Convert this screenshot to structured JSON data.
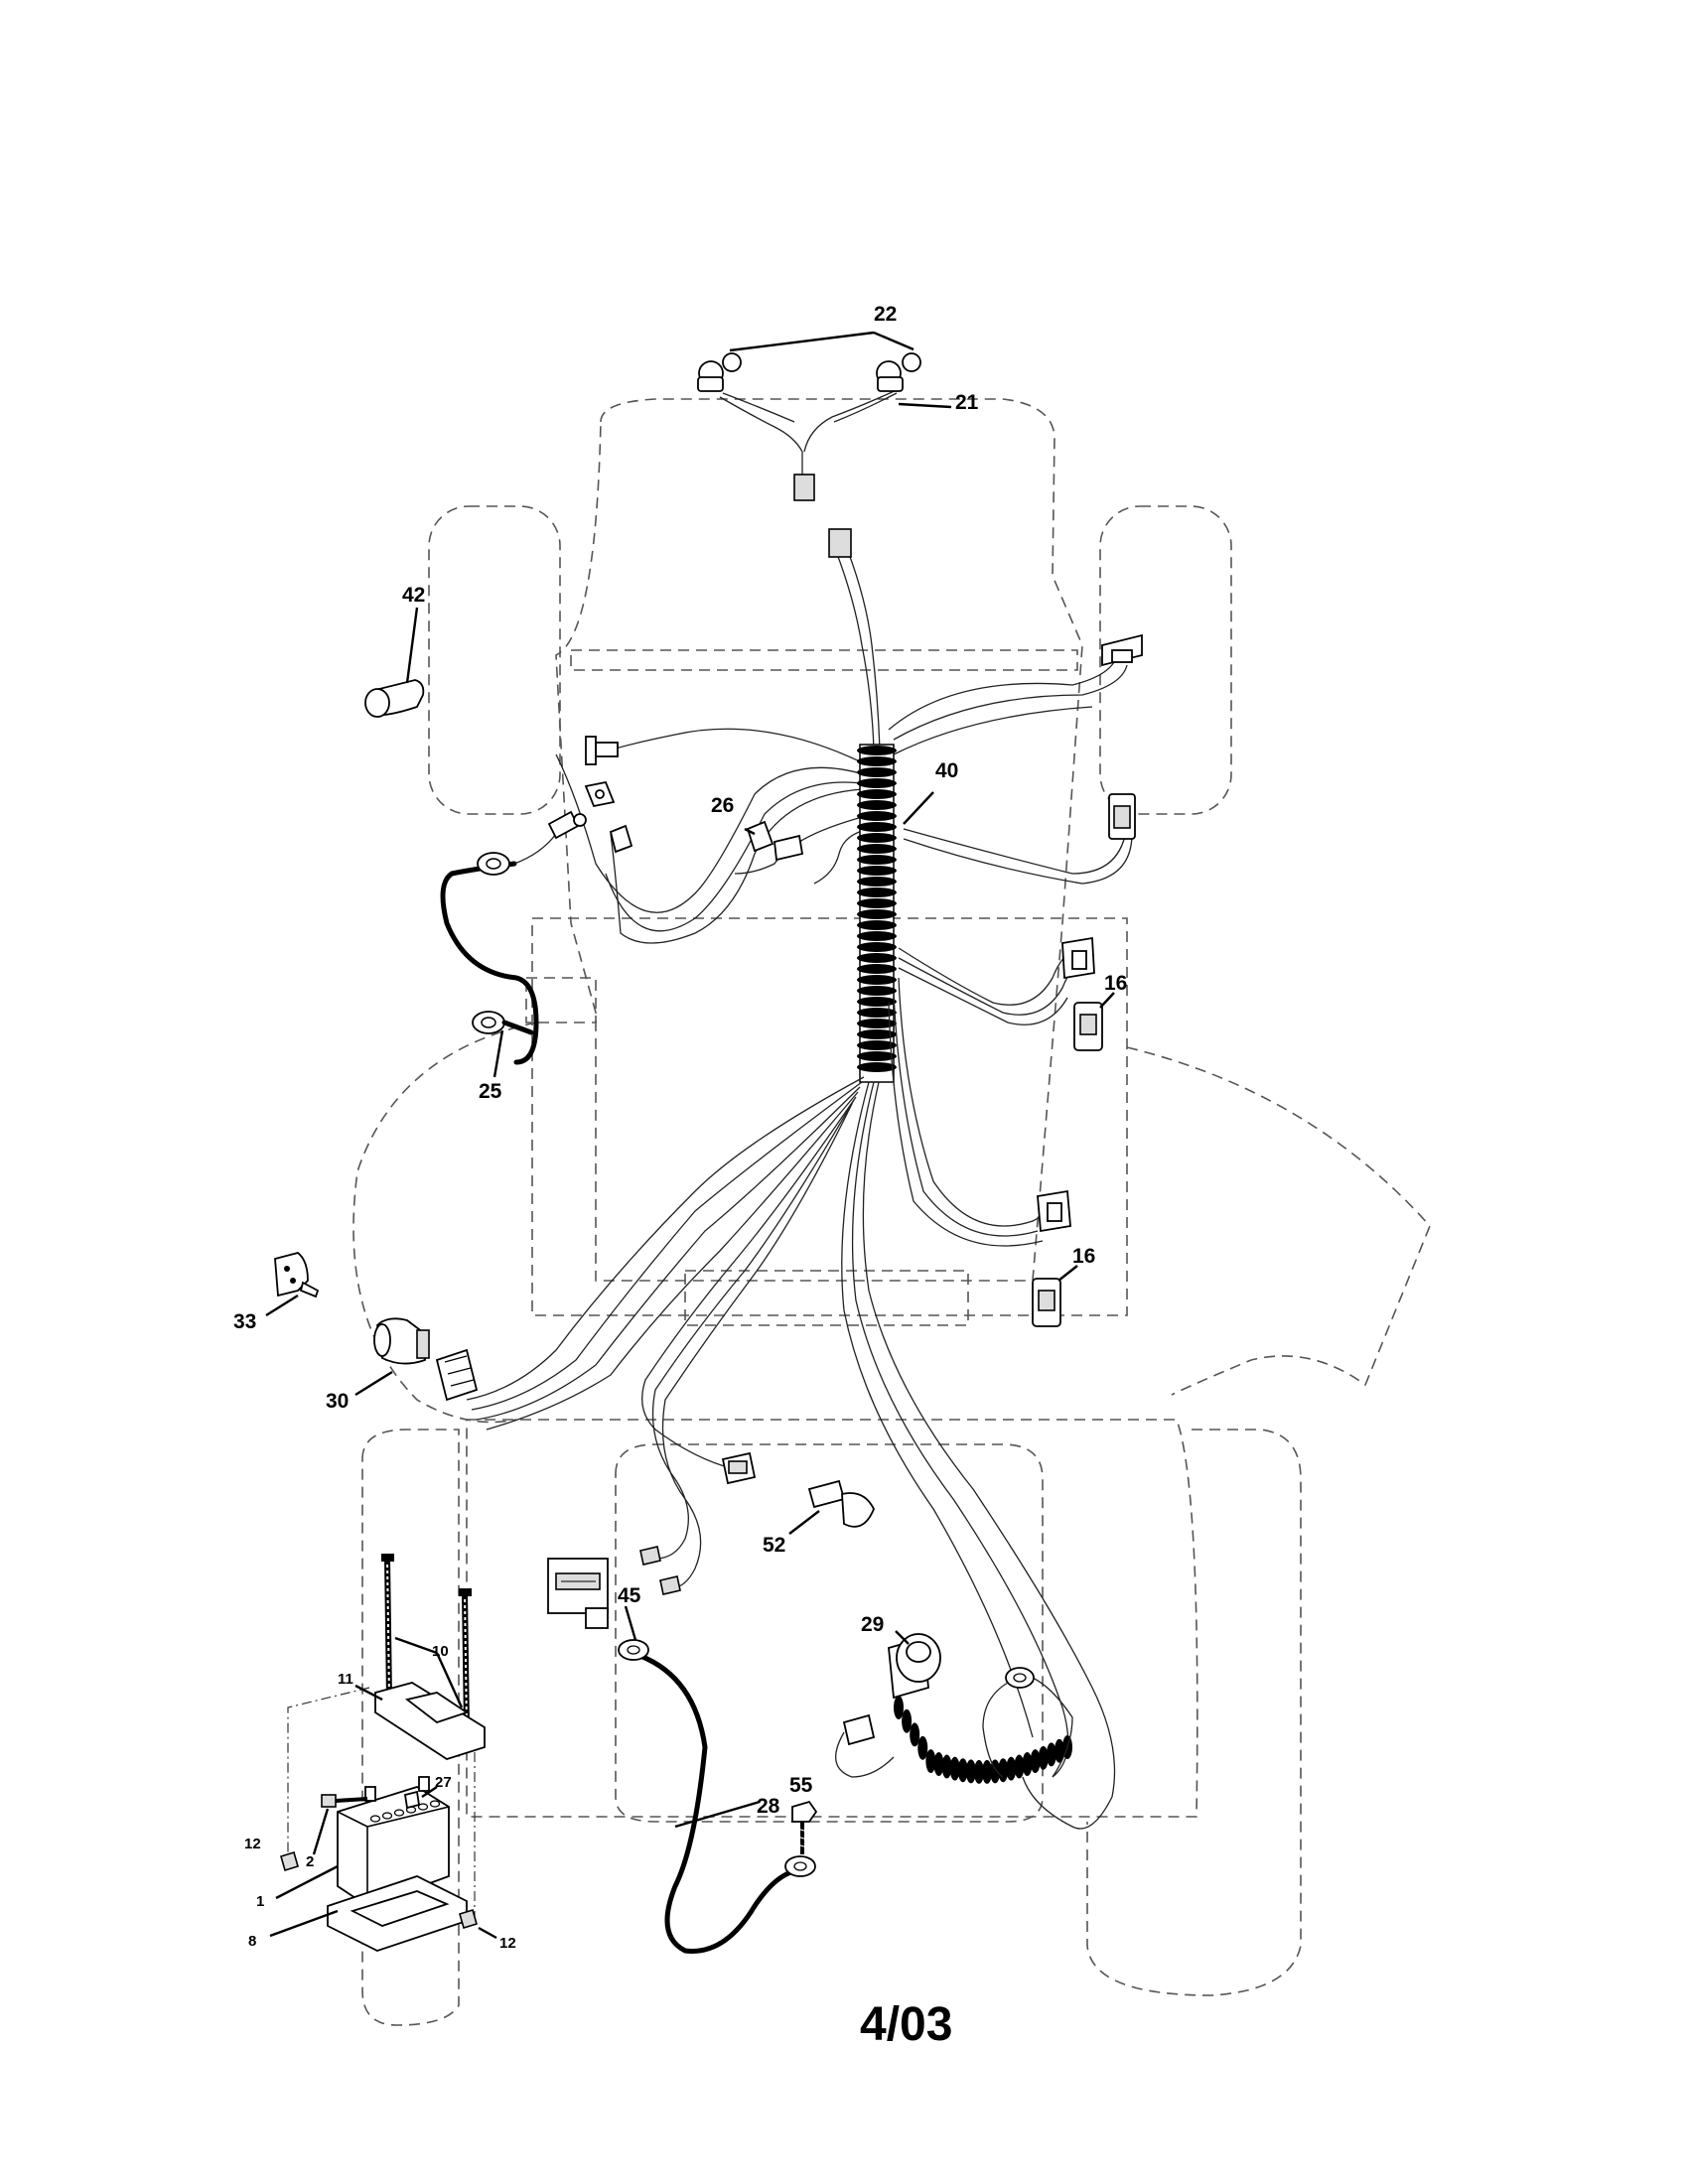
{
  "callouts": {
    "c22": "22",
    "c21": "21",
    "c42": "42",
    "c40": "40",
    "c26": "26",
    "c16a": "16",
    "c25": "25",
    "c16b": "16",
    "c33": "33",
    "c30": "30",
    "c52": "52",
    "c29": "29",
    "c45": "45",
    "c10": "10",
    "c11": "11",
    "c27": "27",
    "c55": "55",
    "c28": "28",
    "c12a": "12",
    "c2": "2",
    "c1": "1",
    "c8": "8",
    "c12b": "12"
  },
  "footer": {
    "date_code": "4/03"
  }
}
